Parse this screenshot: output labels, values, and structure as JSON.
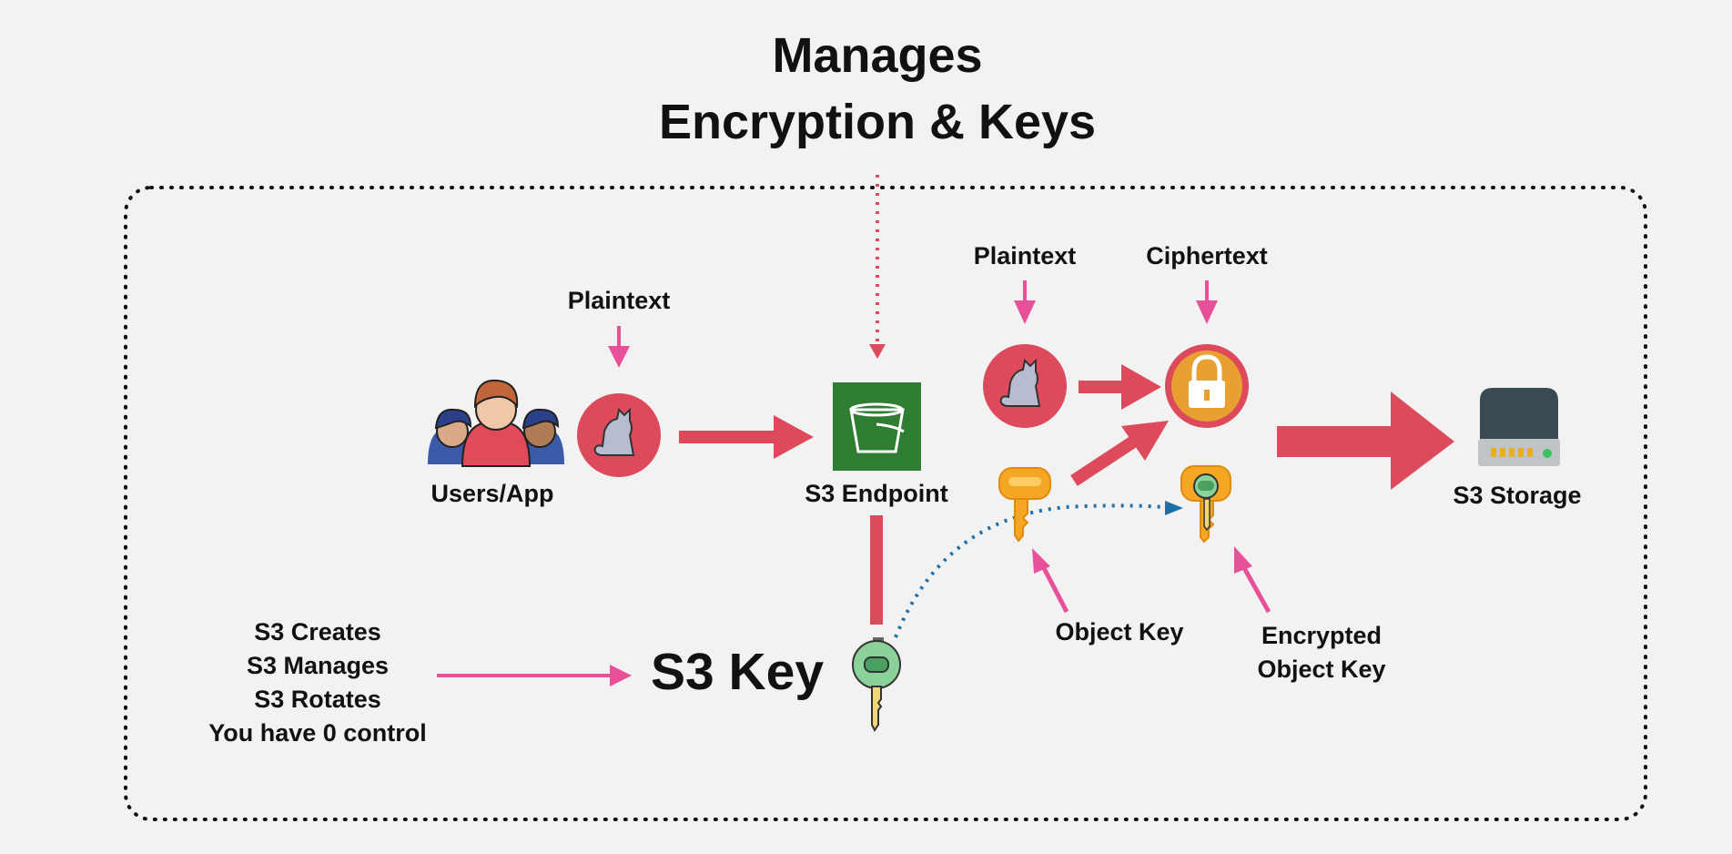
{
  "title": {
    "line1": "Manages",
    "line2": "Encryption & Keys"
  },
  "labels": {
    "users_app": "Users/App",
    "plaintext_left": "Plaintext",
    "s3_endpoint": "S3 Endpoint",
    "plaintext_right": "Plaintext",
    "ciphertext": "Ciphertext",
    "s3_storage": "S3 Storage",
    "object_key": "Object Key",
    "encrypted_object_key_line1": "Encrypted",
    "encrypted_object_key_line2": "Object Key",
    "s3_key": "S3 Key"
  },
  "s3_key_notes": [
    "S3 Creates",
    "S3 Manages",
    "S3 Rotates",
    "You have 0 control"
  ],
  "colors": {
    "background": "#f2f2f2",
    "arrow_red": "#dc4a5c",
    "arrow_pink": "#e8509a",
    "bucket_green": "#2e7d32",
    "lock_orange": "#e8a030",
    "key_orange": "#f5a623",
    "key_green": "#8bd19a",
    "dotted_blue": "#1f6fa8",
    "drive_dark": "#3a4a52"
  },
  "icons": [
    "users-icon",
    "cat-icon",
    "s3-bucket-icon",
    "padlock-icon",
    "orange-key-icon",
    "encrypted-key-icon",
    "green-key-icon",
    "storage-drive-icon"
  ]
}
